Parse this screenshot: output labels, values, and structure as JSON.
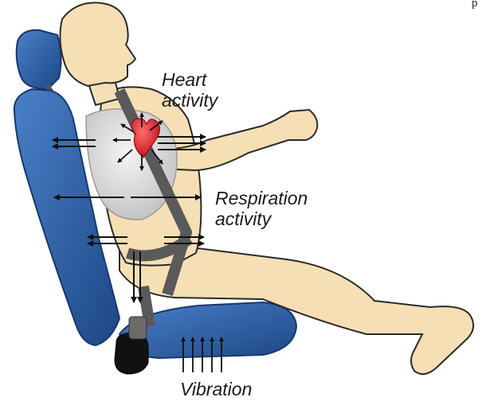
{
  "labels": {
    "heart": [
      "Heart",
      "activity"
    ],
    "respiration": [
      "Respiration",
      "activity"
    ],
    "vibration": "Vibration",
    "corner_fragment": "p"
  },
  "colors": {
    "seat_blue": "#2a5fa8",
    "seat_blue_dark": "#1d4786",
    "skin": "#f6dfb4",
    "outline": "#2a2a2a",
    "belt": "#5a5a5a",
    "chest_area": "#cdcdcd",
    "heart_red": "#e41e2a",
    "arrow": "#111111"
  },
  "icons": {
    "heart": "heart-icon",
    "buckle": "seat-belt-buckle-icon",
    "seat": "car-seat-icon"
  }
}
